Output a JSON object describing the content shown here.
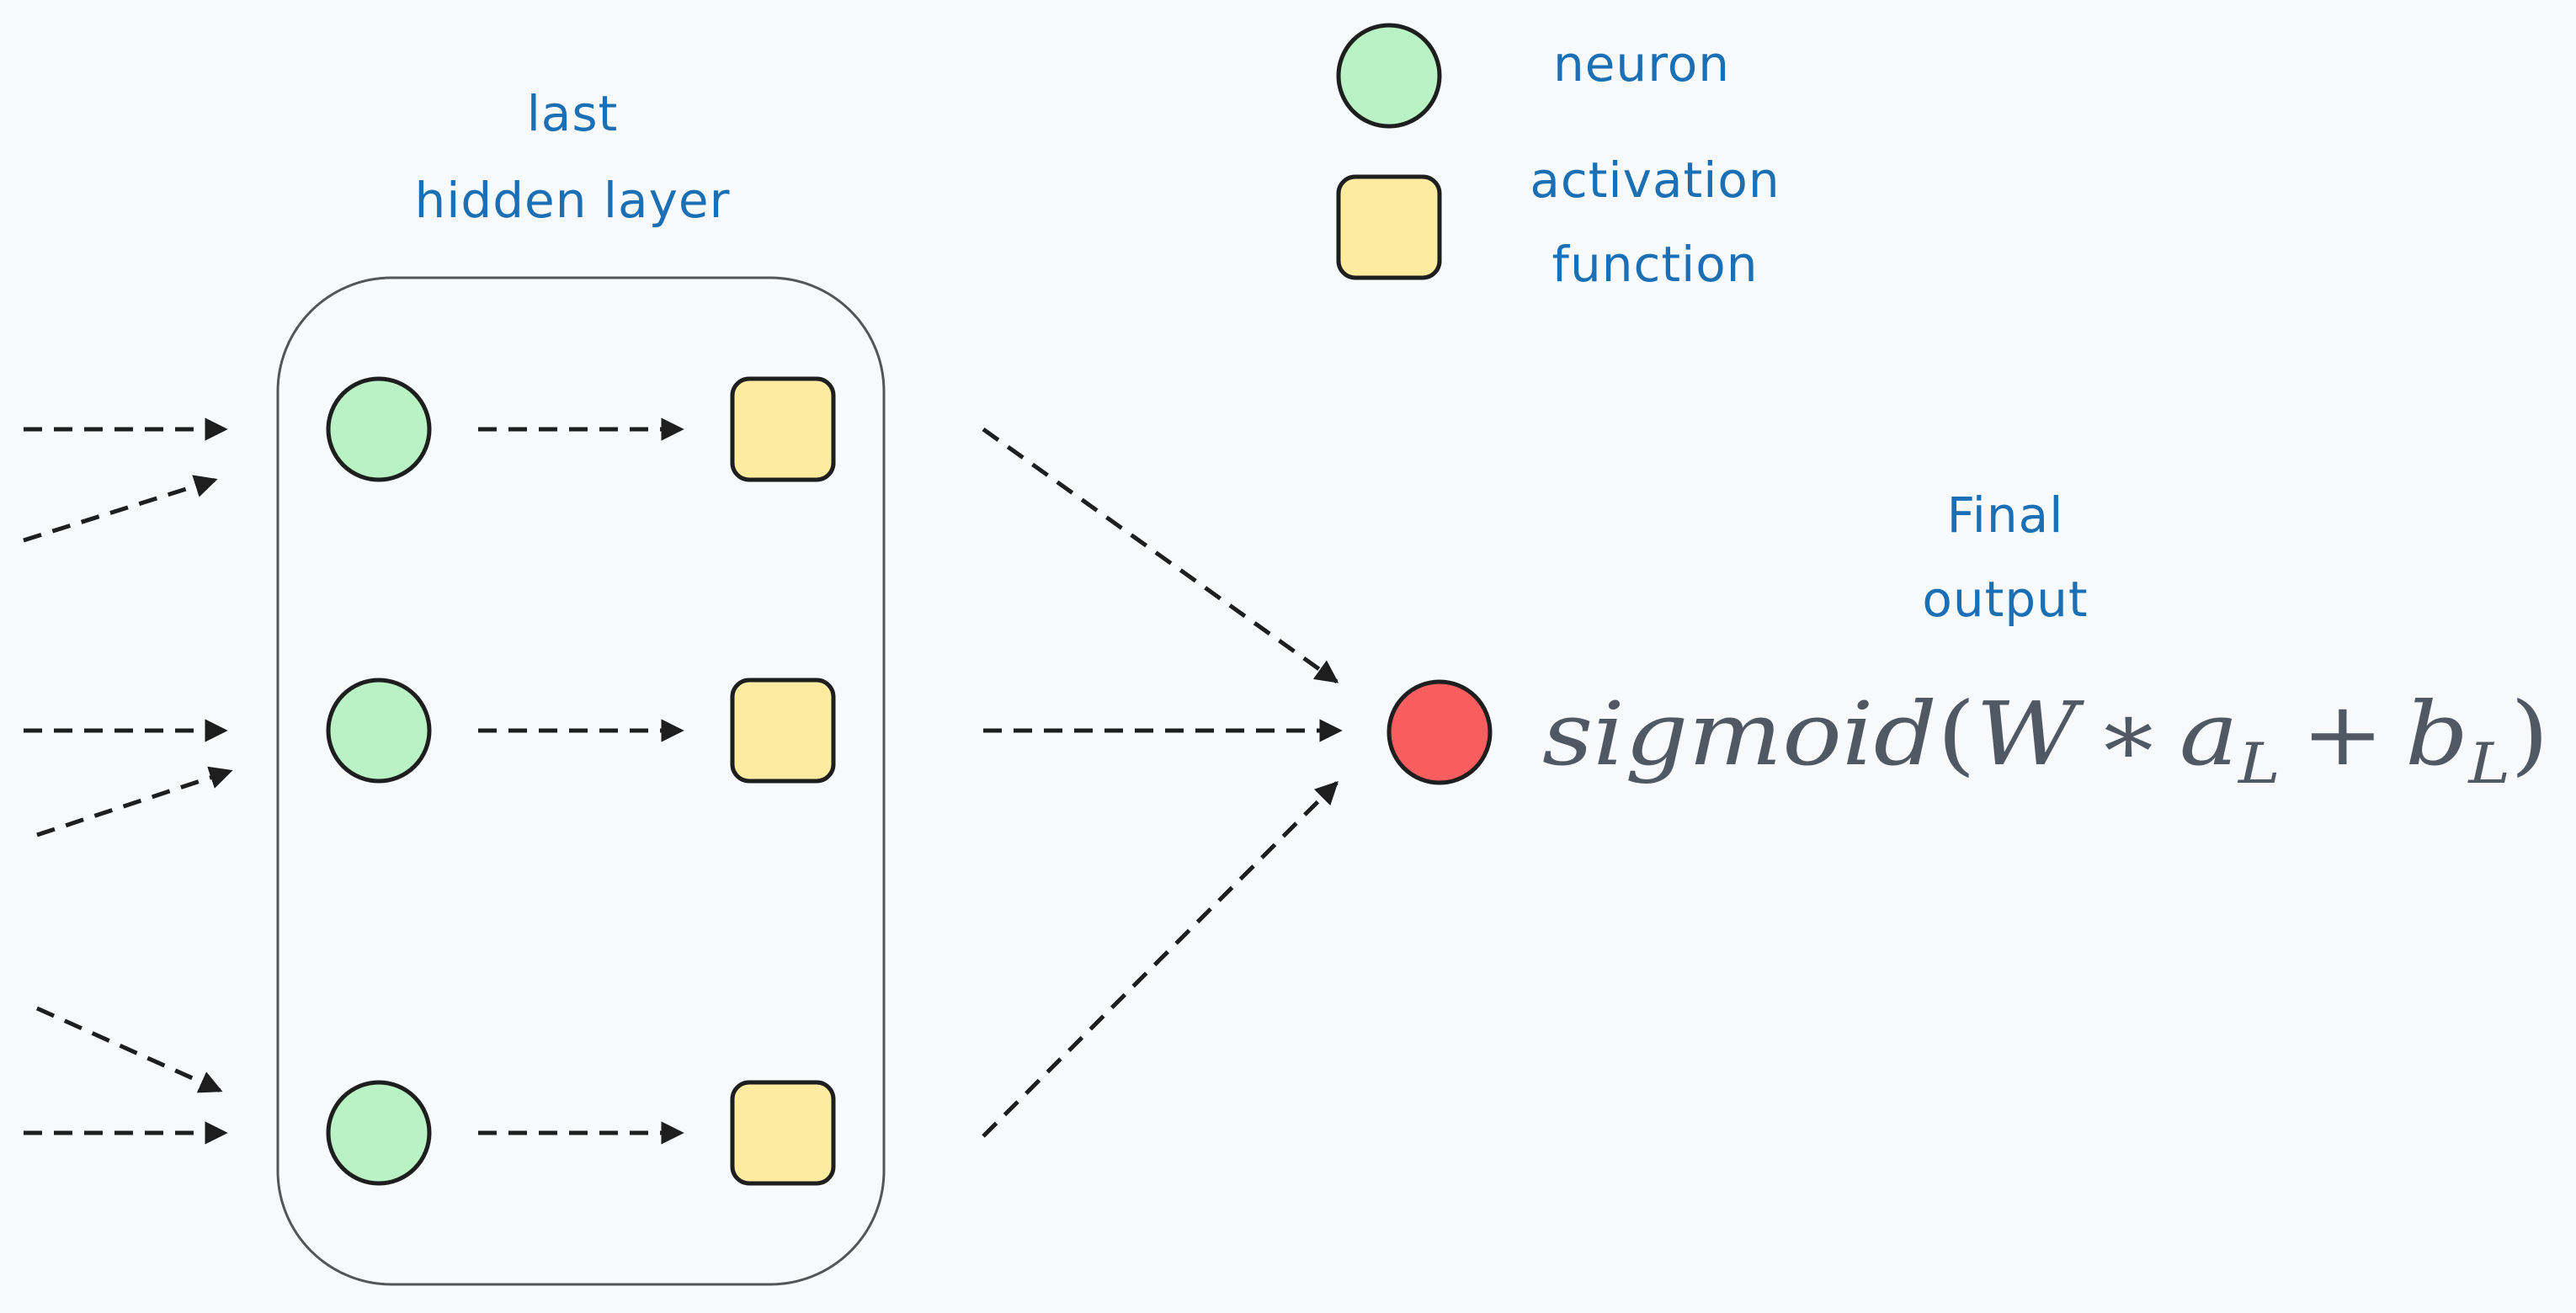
{
  "labels": {
    "layer_title_line1": "last",
    "layer_title_line2": "hidden layer",
    "output_title_line1": "Final",
    "output_title_line2": "output"
  },
  "legend": {
    "neuron_label": "neuron",
    "activation_label_line1": "activation",
    "activation_label_line2": "function"
  },
  "formula": {
    "func": "sigmoid",
    "open": "(",
    "weight": "W",
    "mult": "∗",
    "activation": "a",
    "activation_sub": "L",
    "plus": "+",
    "bias": "b",
    "bias_sub": "L",
    "close": ")"
  },
  "colors": {
    "neuron": "#b9f2c4",
    "activation": "#fdeb9f",
    "output": "#fa5d5e",
    "stroke": "#1e1e1e",
    "text": "#1b6fb5",
    "formula": "#505864",
    "background": "#f8f9fb"
  },
  "icons": {
    "neuron": "circle",
    "activation": "rounded-square",
    "output": "circle"
  }
}
